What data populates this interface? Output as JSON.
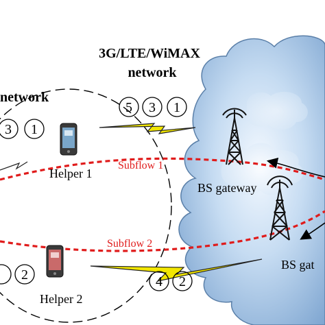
{
  "diagram": {
    "network_title_line1": "3G/LTE/WiMAX",
    "network_title_line2": "network",
    "left_network_label": "network",
    "packets_top": [
      "5",
      "3",
      "1"
    ],
    "packets_left_top": [
      "3",
      "1"
    ],
    "packets_left_bottom": [
      "",
      "2"
    ],
    "packets_bottom": [
      "4",
      "2"
    ],
    "helper1_label": "Helper 1",
    "helper2_label": "Helper 2",
    "subflow1_label": "Subflow 1",
    "subflow2_label": "Subflow 2",
    "bs_gateway_1_label": "BS gateway",
    "bs_gateway_2_label": "BS gat",
    "colors": {
      "subflow": "#e01b1b",
      "cloud_fill": "#9cc1e6",
      "cloud_stroke": "#5a7fa8",
      "lightning": "#f2e600",
      "text": "#000000"
    }
  }
}
